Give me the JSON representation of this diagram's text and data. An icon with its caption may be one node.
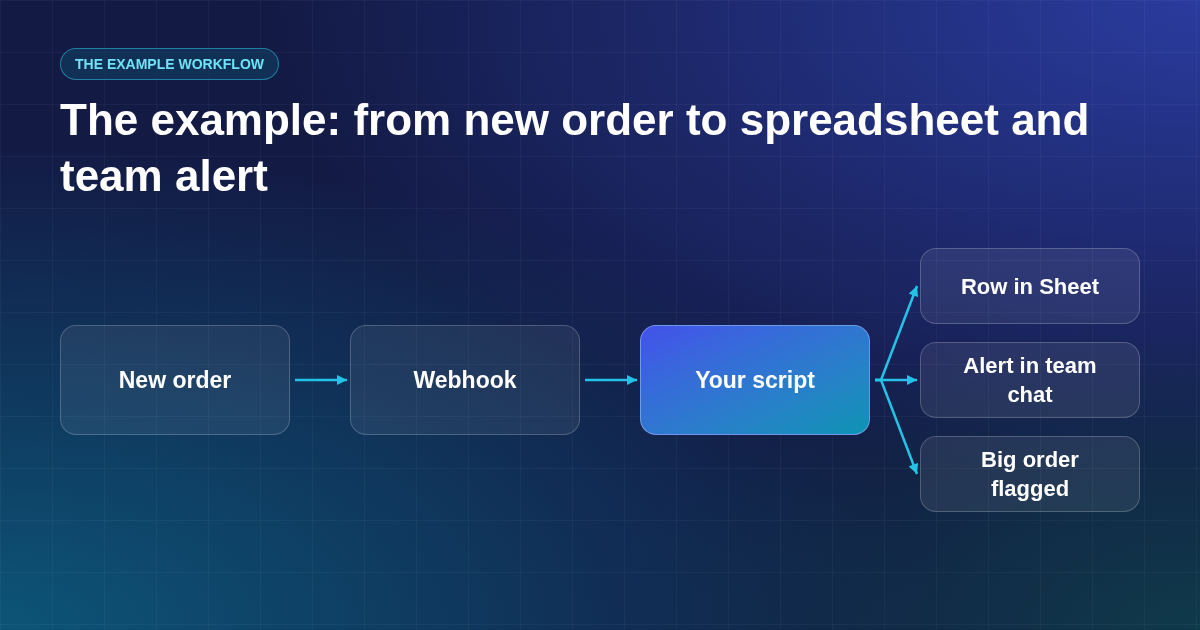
{
  "diagram": {
    "title": "The example: from new order to spreadsheet and team alert",
    "nodes": [
      {
        "text": [
          "New order"
        ]
      },
      {
        "text": [
          "Webhook"
        ]
      },
      {
        "text": [
          "Your script"
        ]
      },
      {
        "text": [
          "Row in Sheet"
        ]
      },
      {
        "text": [
          "Alert in team chat"
        ]
      },
      {
        "text": [
          "Big order flagged"
        ]
      }
    ],
    "edges": [
      {
        "from": 0,
        "to": 1,
        "arrow": "to"
      },
      {
        "from": 1,
        "to": 2,
        "arrow": "to"
      },
      {
        "from": 2,
        "to": 3,
        "arrow": "to"
      },
      {
        "from": 2,
        "to": 4,
        "arrow": "to"
      },
      {
        "from": 2,
        "to": 5,
        "arrow": "to"
      }
    ],
    "labels": [
      "THE EXAMPLE WORKFLOW"
    ]
  }
}
